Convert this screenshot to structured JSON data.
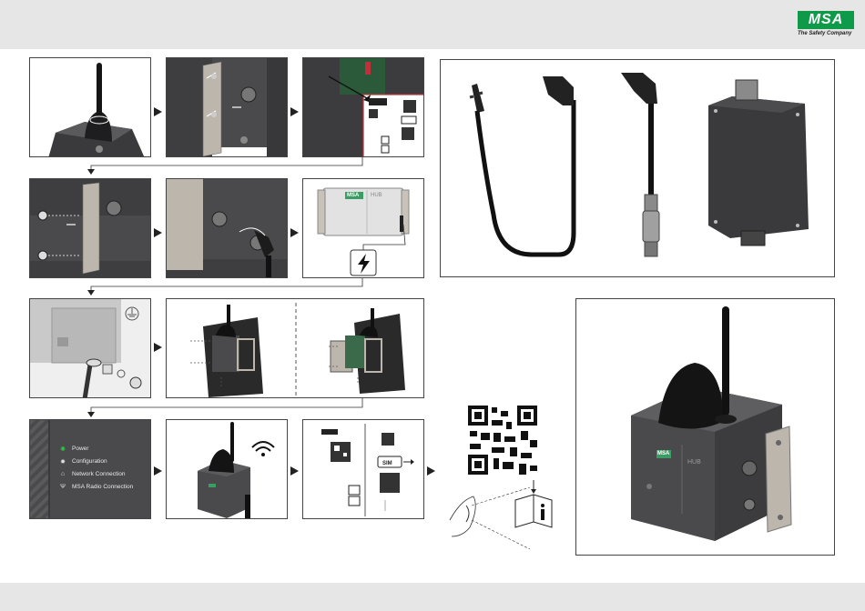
{
  "brand": {
    "logo_text": "MSA",
    "tagline": "The Safety Company",
    "accent": "#0f9a4a"
  },
  "device": {
    "label": "HUB",
    "badge": "MSA"
  },
  "labels": {
    "sim": "SIM"
  },
  "led_legend": [
    {
      "icon": "sun-icon",
      "label": "Power"
    },
    {
      "icon": "gear-icon",
      "label": "Configuration"
    },
    {
      "icon": "network-icon",
      "label": "Network Connection"
    },
    {
      "icon": "radio-icon",
      "label": "MSA Radio Connection"
    }
  ],
  "colors": {
    "housing": "#4a4a4c",
    "housing_dark": "#2e2e30",
    "bracket": "#bdb6ad",
    "highlight": "#c0303a",
    "led_green": "#2ecc40"
  }
}
